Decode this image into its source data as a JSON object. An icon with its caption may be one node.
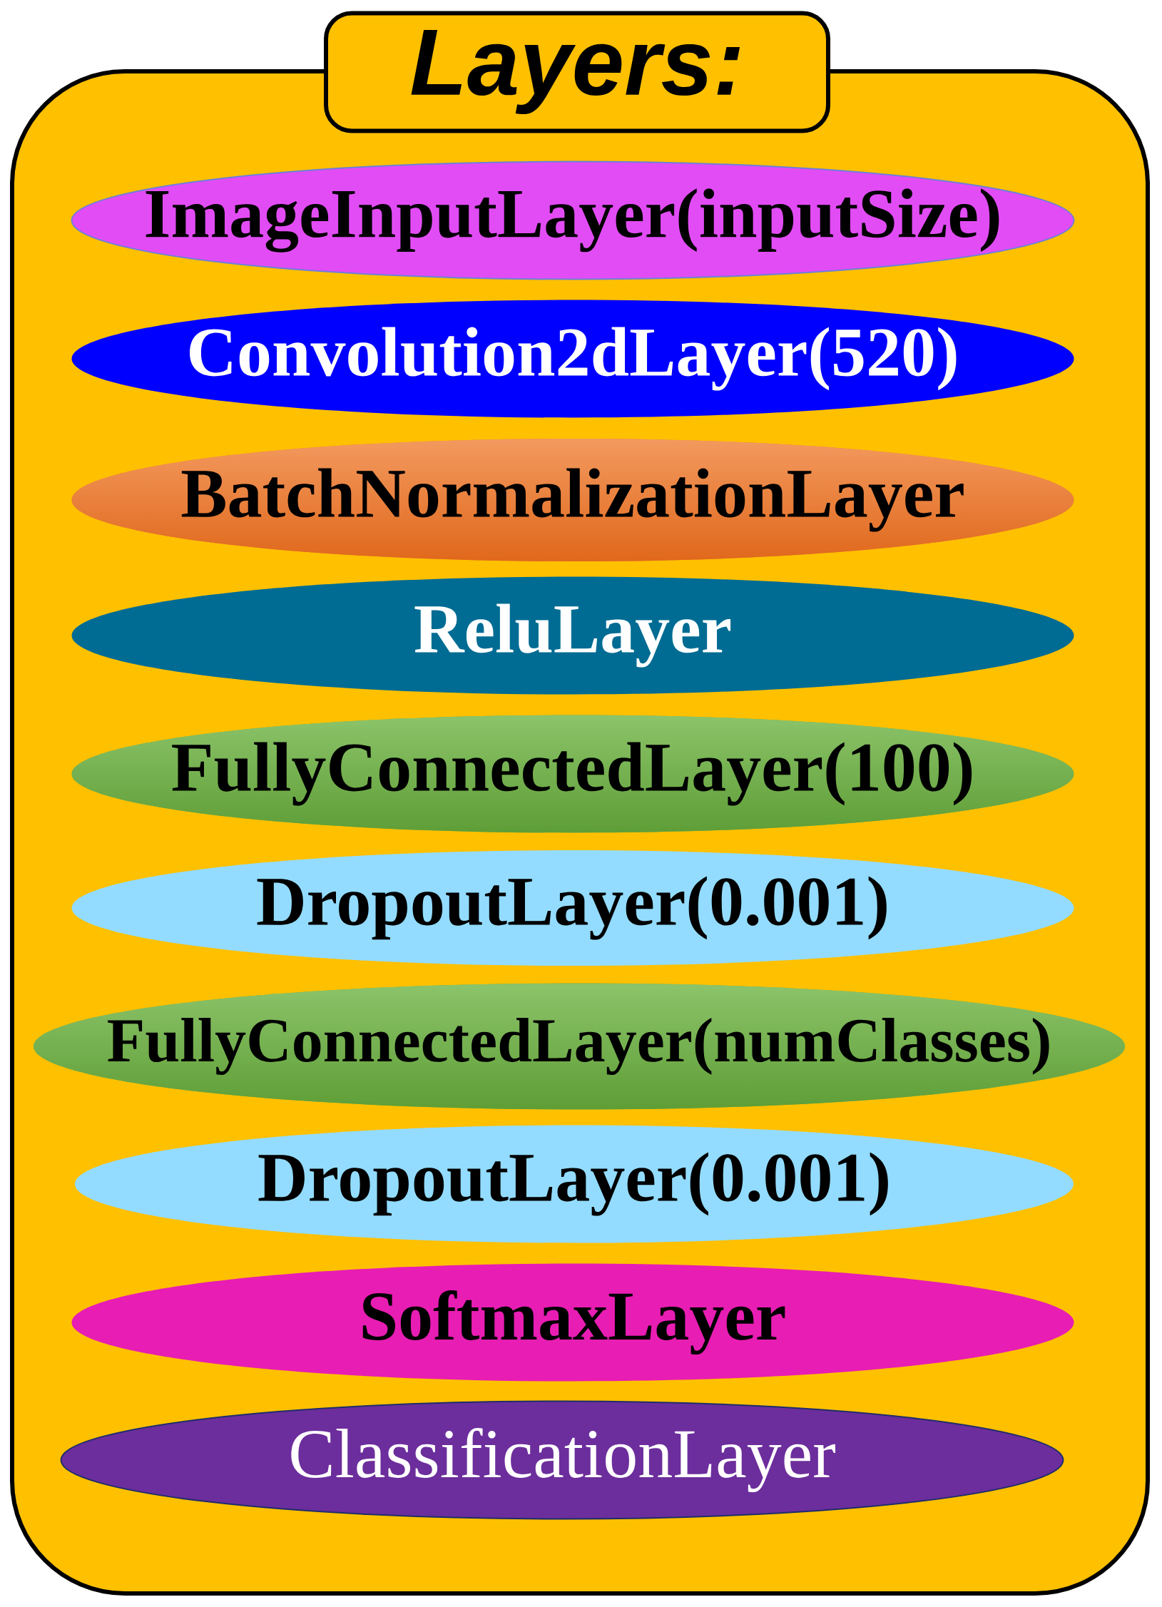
{
  "diagram": {
    "nodes": [
      {
        "text": [
          "Layers:"
        ]
      },
      {
        "text": [
          "ImageInputLayer(inputSize)"
        ],
        "in": 0
      },
      {
        "text": [
          "Convolution2dLayer(520)"
        ],
        "in": 0
      },
      {
        "text": [
          "BatchNormalizationLayer"
        ],
        "in": 0
      },
      {
        "text": [
          "ReluLayer"
        ],
        "in": 0
      },
      {
        "text": [
          "FullyConnectedLayer(100)"
        ],
        "in": 0
      },
      {
        "text": [
          "DropoutLayer(0.001)"
        ],
        "in": 0
      },
      {
        "text": [
          "FullyConnectedLayer(numClasses)"
        ],
        "in": 0
      },
      {
        "text": [
          "DropoutLayer(0.001)"
        ],
        "in": 0
      },
      {
        "text": [
          "SoftmaxLayer"
        ],
        "in": 0
      },
      {
        "text": [
          "ClassificationLayer"
        ],
        "in": 0
      }
    ]
  }
}
